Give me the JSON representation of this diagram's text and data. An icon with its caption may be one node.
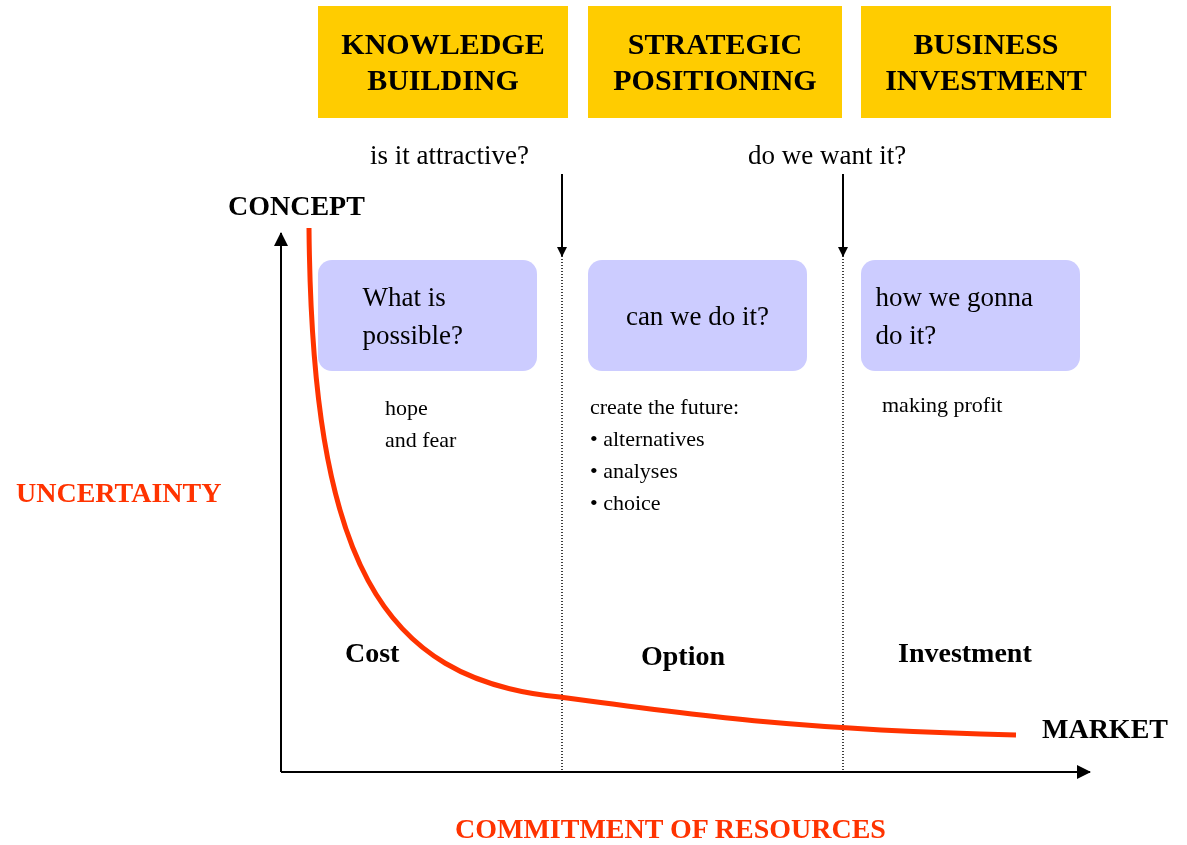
{
  "diagram": {
    "nodes": [
      {
        "text": [
          "KNOWLEDGE BUILDING"
        ]
      },
      {
        "text": [
          "STRATEGIC POSITIONING"
        ]
      },
      {
        "text": [
          "BUSINESS INVESTMENT"
        ]
      },
      {
        "text": [
          "What is possible?"
        ],
        "beside": [
          "hope and fear"
        ]
      },
      {
        "text": [
          "can we do it?"
        ],
        "beside": [
          "create the future:",
          "• alternatives",
          "• analyses",
          "• choice"
        ]
      },
      {
        "text": [
          "how we gonna do it?"
        ],
        "beside": [
          "making profit"
        ]
      },
      {
        "text": [
          "is it attractive?"
        ]
      },
      {
        "text": [
          "do we want it?"
        ]
      },
      {
        "text": [],
        "shape": "line"
      },
      {
        "text": [],
        "shape": "line"
      }
    ],
    "edges": [
      {
        "from": 6,
        "to": 8,
        "arrow": "to"
      },
      {
        "from": 7,
        "to": 9,
        "arrow": "to"
      }
    ],
    "labels": [
      "CONCEPT",
      "UNCERTAINTY",
      "Cost",
      "Option",
      "Investment",
      "MARKET",
      "COMMITMENT OF RESOURCES"
    ]
  }
}
